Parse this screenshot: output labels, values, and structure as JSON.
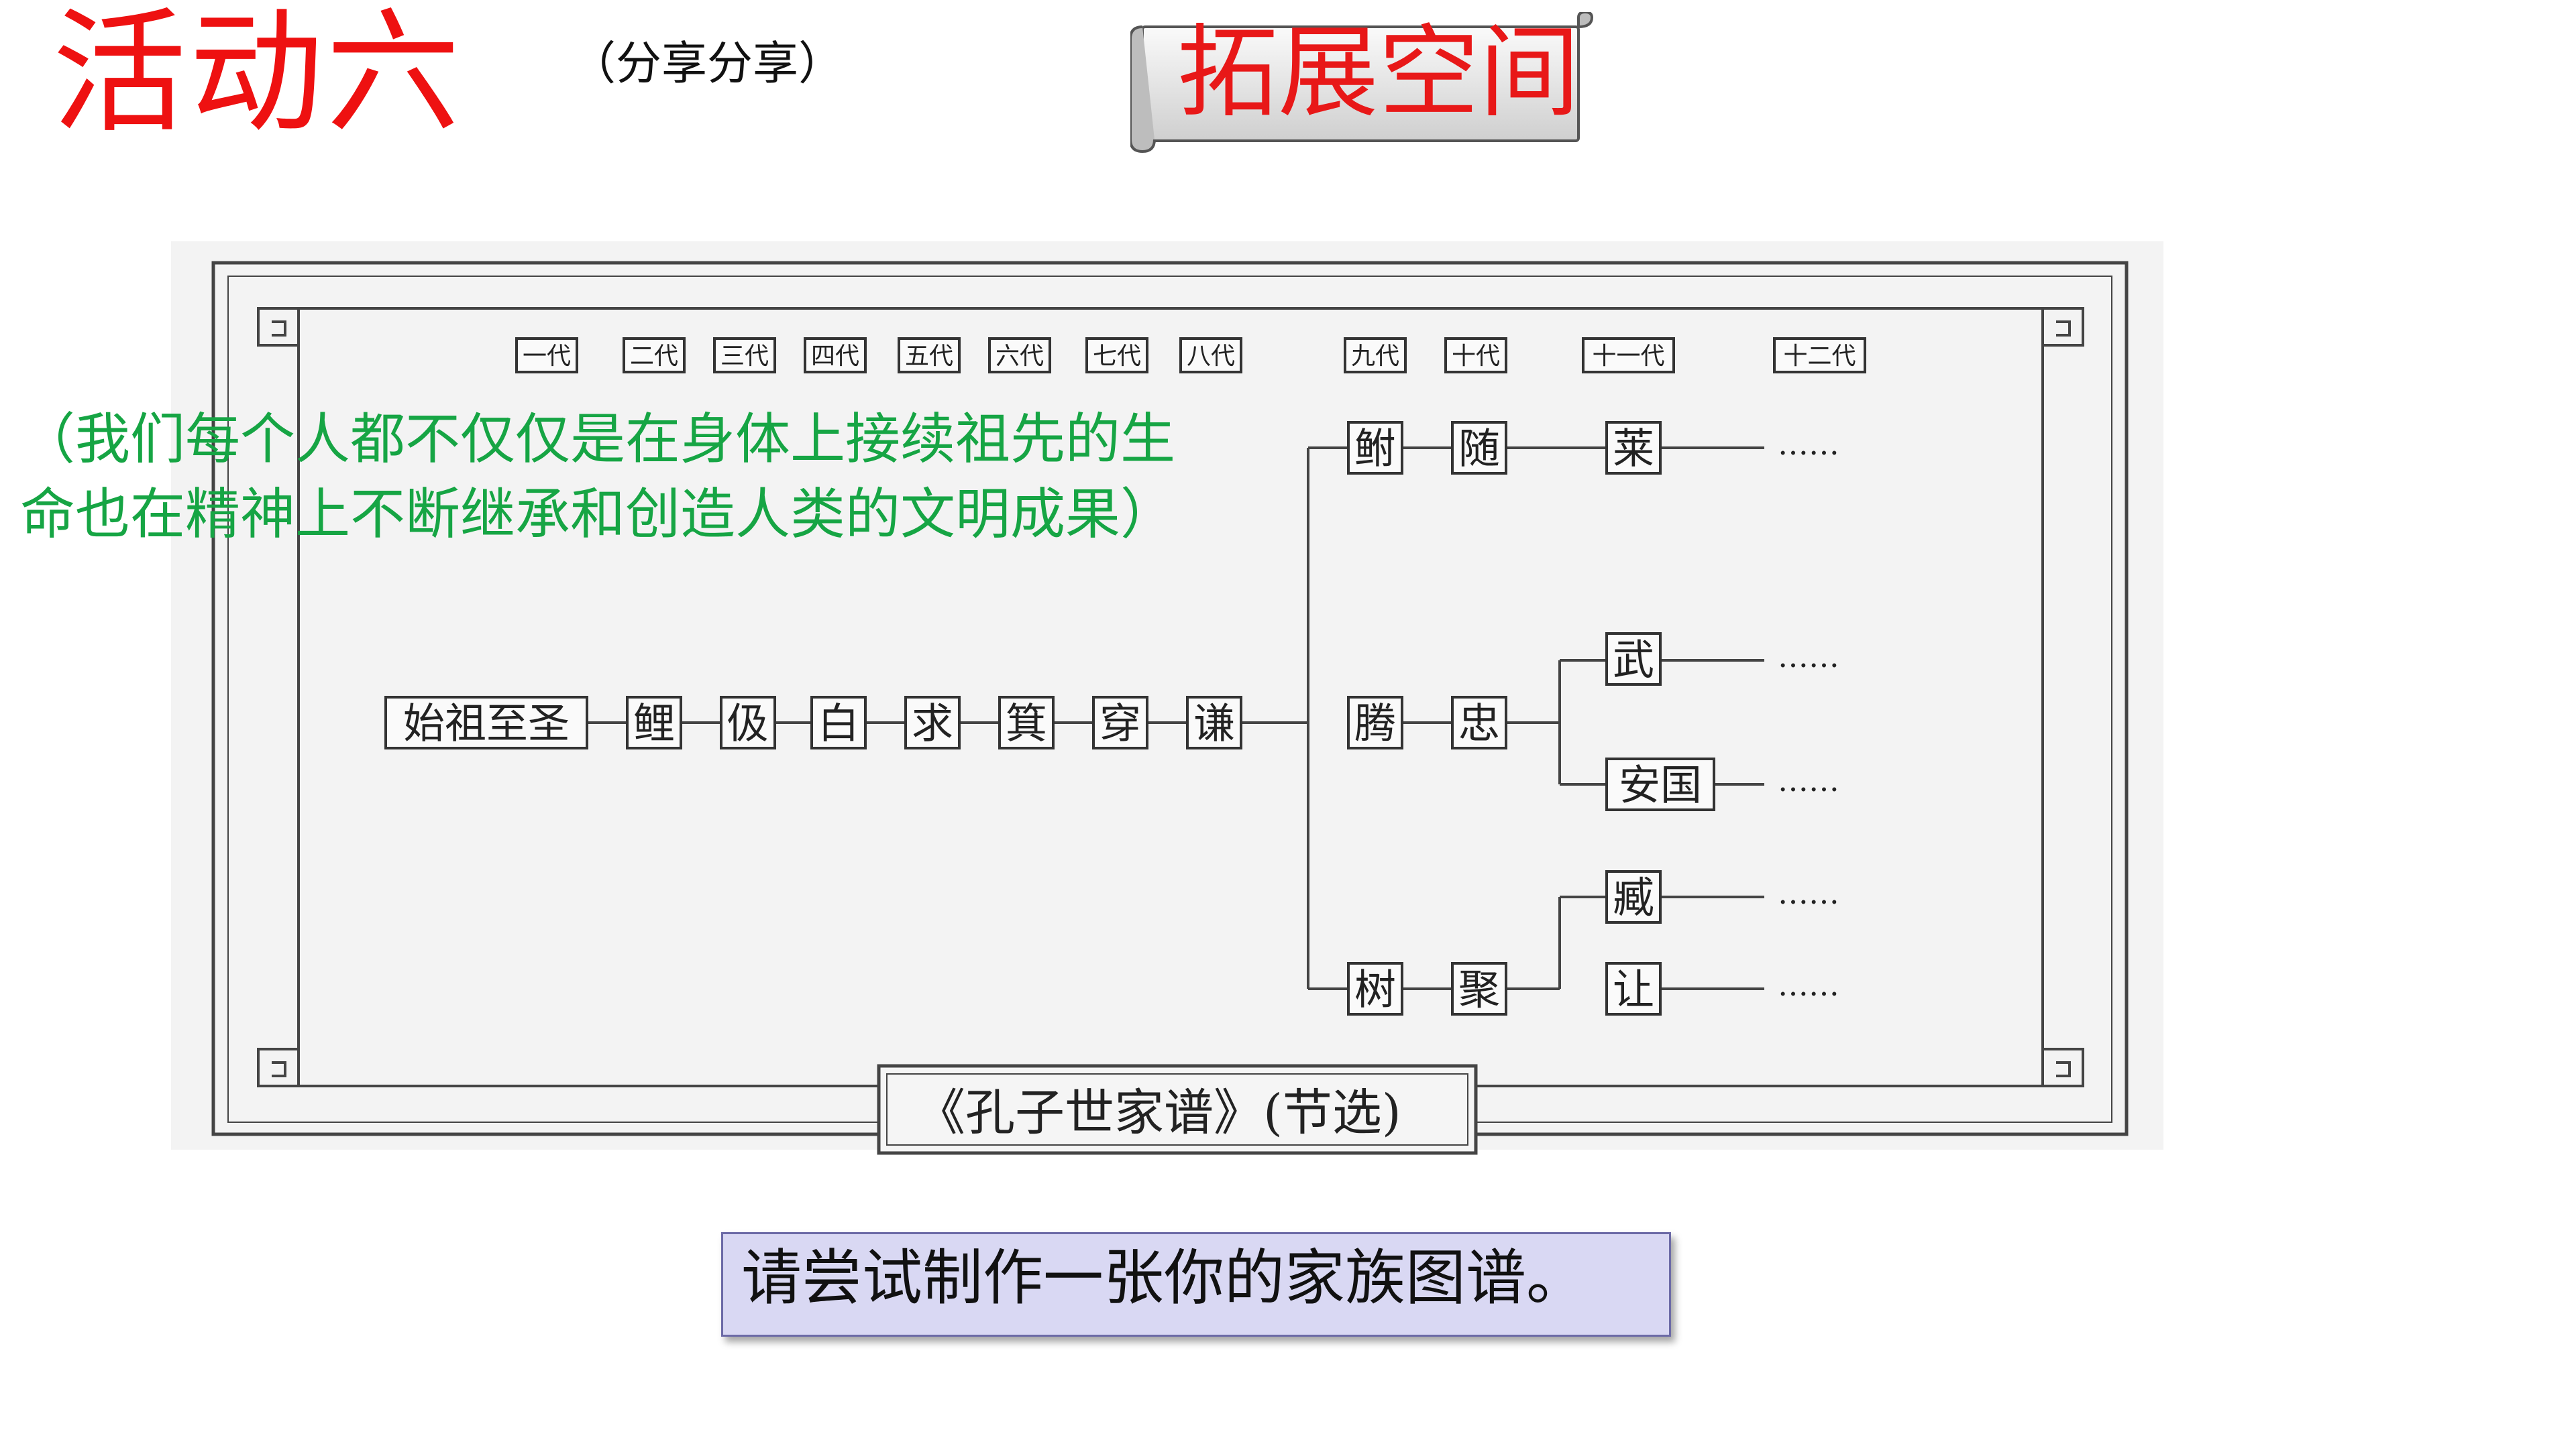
{
  "header": {
    "activity_title": "活动六",
    "subtitle": "（分享分享）",
    "banner_label": "拓展空间"
  },
  "chart": {
    "generations": [
      "一代",
      "二代",
      "三代",
      "四代",
      "五代",
      "六代",
      "七代",
      "八代",
      "九代",
      "十代",
      "十一代",
      "十二代"
    ],
    "ancestors": [
      "始祖至圣",
      "鲤",
      "伋",
      "白",
      "求",
      "箕",
      "穿",
      "谦"
    ],
    "branch_top": [
      "鲋",
      "随",
      "莱"
    ],
    "branch_mid": [
      "腾",
      "忠"
    ],
    "branch_mid_children": [
      "武",
      "安国"
    ],
    "branch_bottom": [
      "树",
      "聚"
    ],
    "branch_bottom_children": [
      "臧",
      "让"
    ],
    "ellipsis": "……",
    "caption": "《孔子世家谱》(节选)"
  },
  "note": {
    "text": "（我们每个人都不仅仅是在身体上接续祖先的生命也在精神上不断继承和创造人类的文明成果）"
  },
  "prompt": {
    "text": "请尝试制作一张你的家族图谱。"
  }
}
